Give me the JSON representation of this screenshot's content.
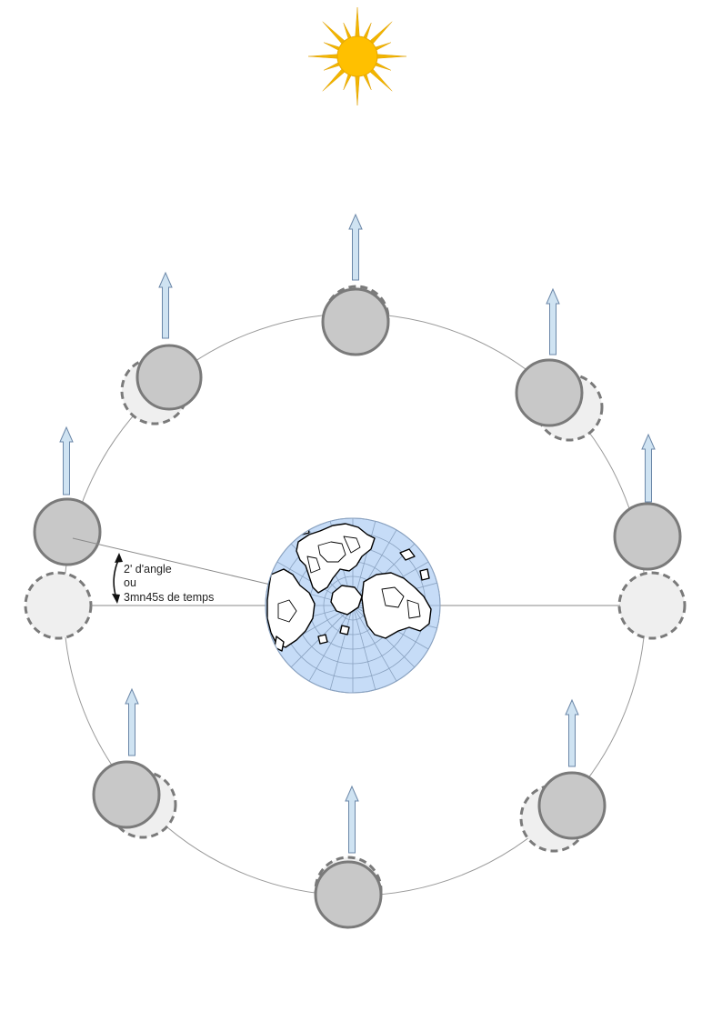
{
  "annotation": {
    "lines": [
      "2' d'angle",
      "ou",
      "3mn45s de temps"
    ]
  },
  "colors": {
    "orbit": "#9a9a9a",
    "planet_fill": "#c8c8c8",
    "planet_stroke": "#7a7a7a",
    "ghost_fill": "#efefef",
    "ghost_stroke": "#7a7a7a",
    "arrow_fill": "#cfe3f2",
    "arrow_stroke": "#6b87a8",
    "sun_core": "#ffc000",
    "sun_rays": "#f2b500",
    "globe_ocean": "#c6dcf7",
    "globe_grid": "#8aa2c0",
    "land_stroke": "#000000"
  },
  "icons": {
    "sun": "sun-icon",
    "globe": "earth-polar-projection-icon",
    "pole_arrow": "arrow-up-icon",
    "angle_arrow": "double-arrow-icon"
  }
}
